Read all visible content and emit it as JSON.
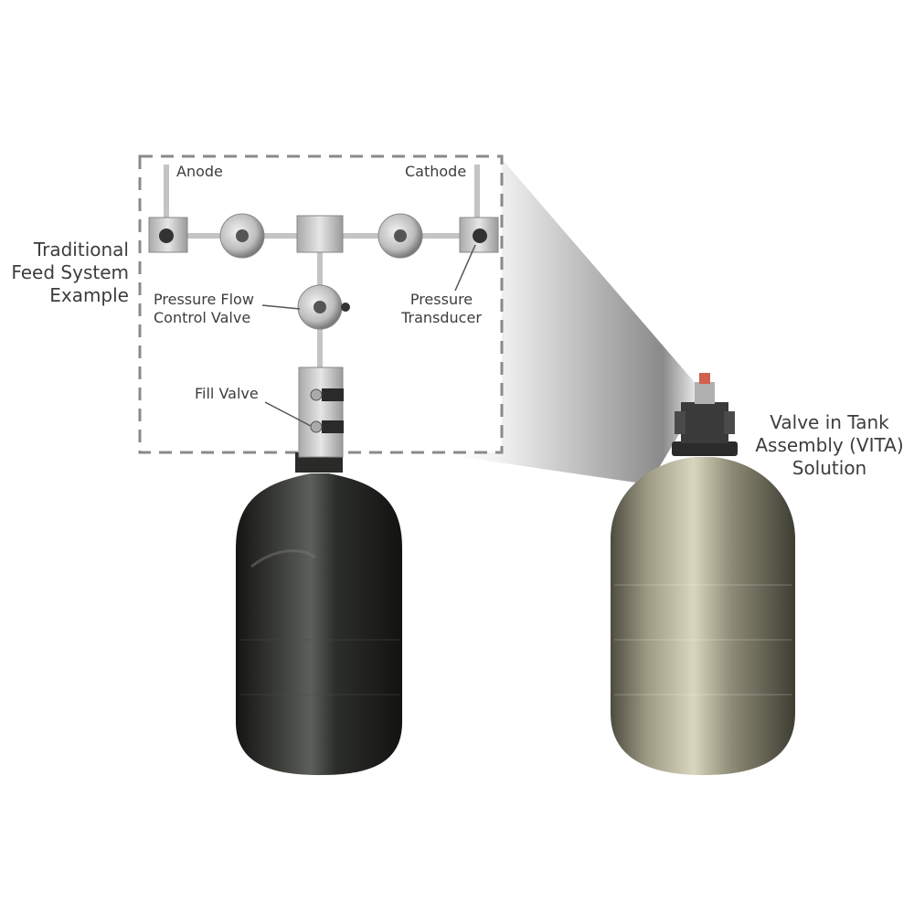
{
  "labels": {
    "anode": "Anode",
    "cathode": "Cathode",
    "traditional": [
      "Traditional",
      "Feed System",
      "Example"
    ],
    "pressure_flow": [
      "Pressure Flow",
      "Control Valve"
    ],
    "pressure_transducer": [
      "Pressure",
      "Transducer"
    ],
    "fill_valve": "Fill Valve",
    "vita": [
      "Valve in Tank",
      "Assembly (VITA)",
      "Solution"
    ]
  },
  "colors": {
    "text": "#3d3d3d",
    "dashed_box": "#8a8a8a",
    "tank_dark": "#2a2c28",
    "tank_light": "#b6b39a",
    "component": "#d6d6d6"
  }
}
